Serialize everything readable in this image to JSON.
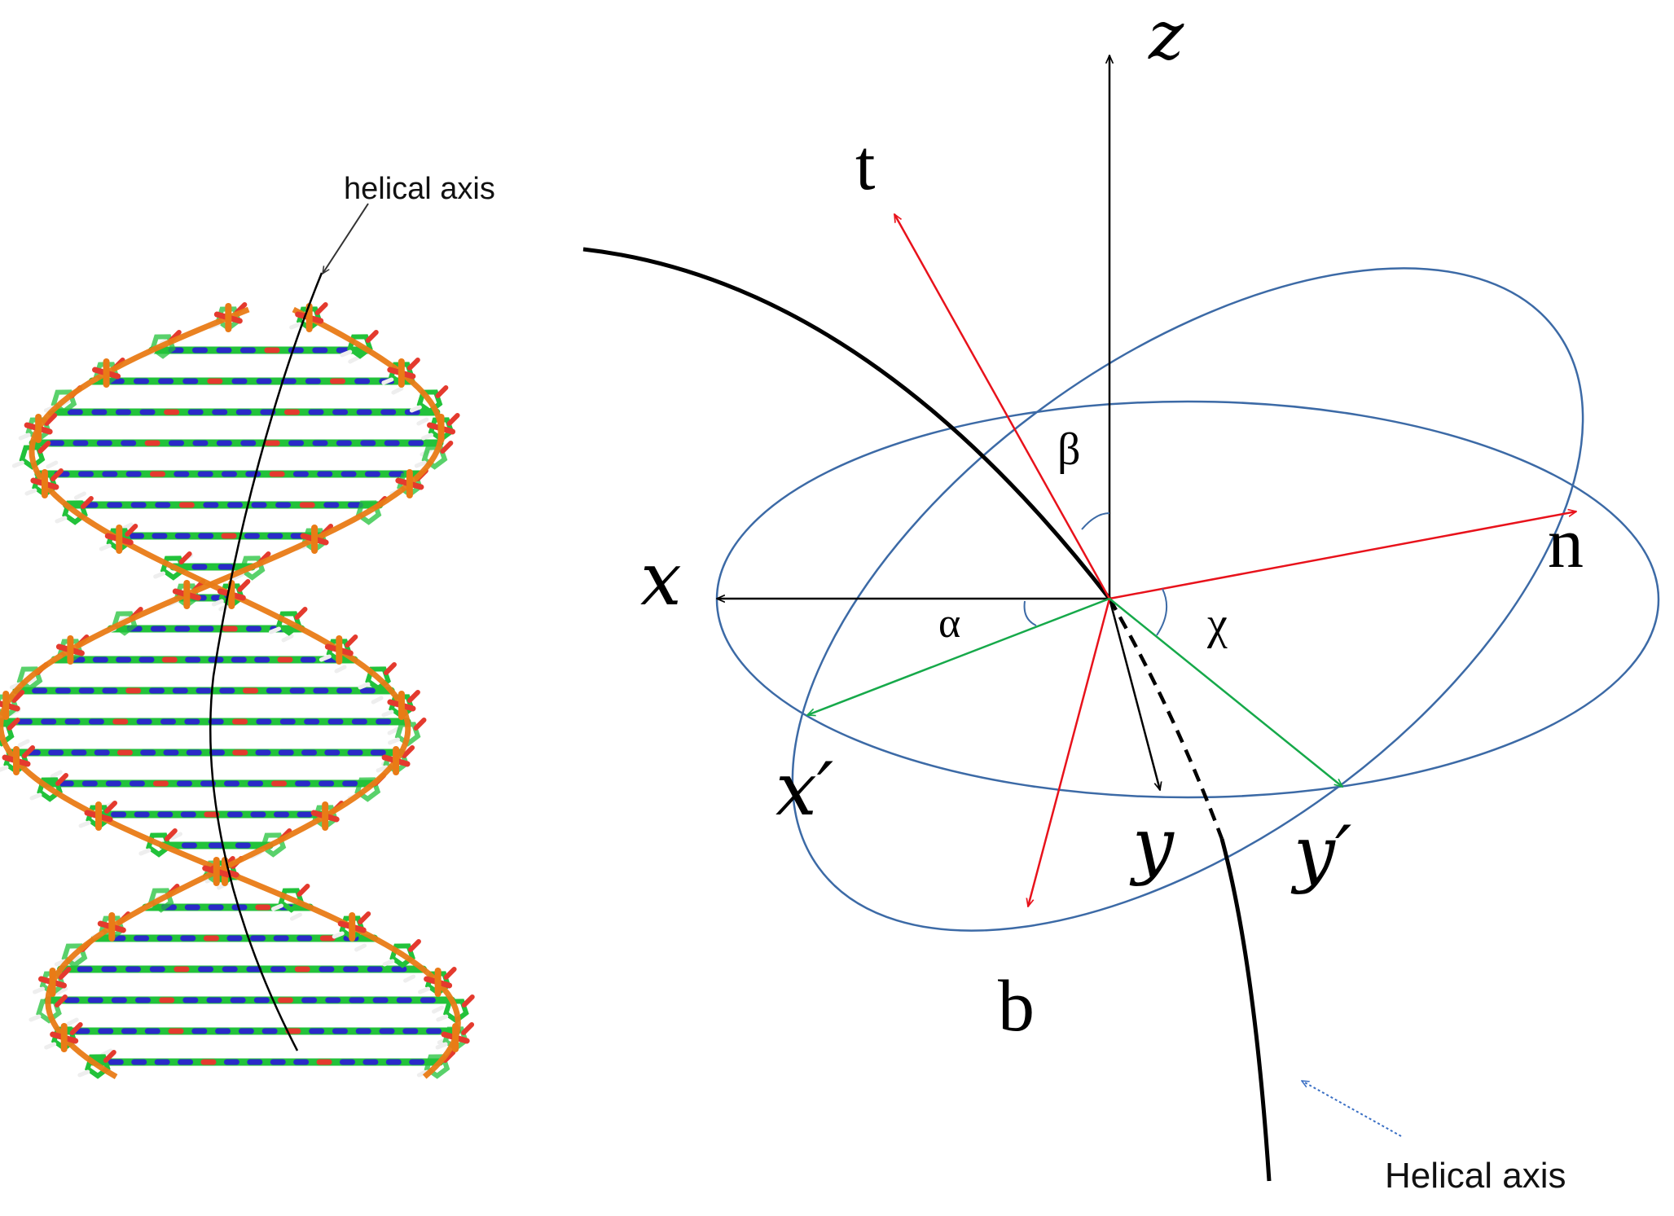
{
  "left_figure": {
    "caption": "helical axis"
  },
  "right_figure": {
    "axes": {
      "z": "z",
      "x": "x",
      "y": "y"
    },
    "rotated_axes": {
      "x_prime": "x′",
      "y_prime": "y′"
    },
    "frame_vectors": {
      "t": "t",
      "n": "n",
      "b": "b"
    },
    "angles": {
      "alpha": "α",
      "beta": "β",
      "chi": "χ"
    },
    "caption": "Helical axis"
  },
  "colors": {
    "axis": "#000000",
    "frenet": "#e8121b",
    "rotated": "#16a94a",
    "ellipse": "#3c6aa6",
    "pointer": "#3a6fc4",
    "strand": "#e97b16",
    "carbon": "#22c23a",
    "oxygen": "#e43a2e",
    "nitrogen": "#2a2ac8",
    "hydrogen": "#eeeeee"
  },
  "icons": {
    "dna": "dna-double-helix-icon"
  }
}
